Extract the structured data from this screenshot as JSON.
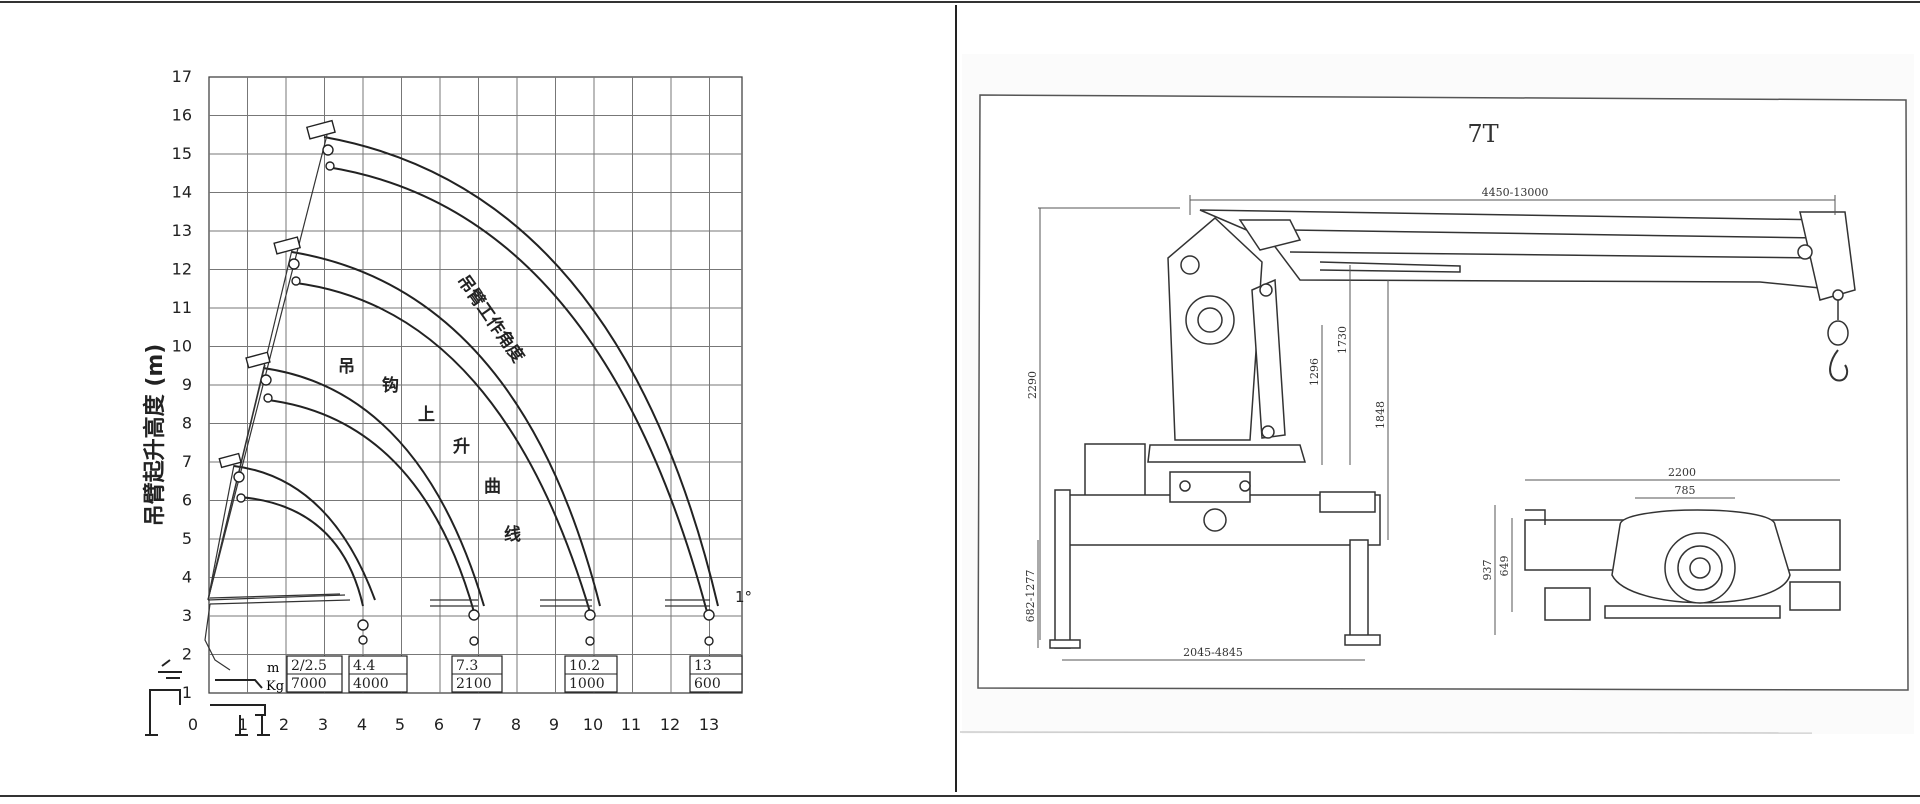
{
  "chart": {
    "y_axis_title": "吊臂起升高度 (m)",
    "y_ticks": [
      "1",
      "2",
      "3",
      "4",
      "5",
      "6",
      "7",
      "8",
      "9",
      "10",
      "11",
      "12",
      "13",
      "14",
      "15",
      "16",
      "17"
    ],
    "x_ticks": [
      "0",
      "1",
      "2",
      "3",
      "4",
      "5",
      "6",
      "7",
      "8",
      "9",
      "10",
      "11",
      "12",
      "13"
    ],
    "curve_label_arc": "吊臂工作角度",
    "hook_curve_chars": [
      "吊",
      "钩",
      "上",
      "升",
      "曲",
      "线"
    ],
    "angle_label": "1°",
    "unit_m": "m",
    "unit_kg": "Kg",
    "load_table": [
      {
        "radius": "2/2.5",
        "load": "7000"
      },
      {
        "radius": "4.4",
        "load": "4000"
      },
      {
        "radius": "7.3",
        "load": "2100"
      },
      {
        "radius": "10.2",
        "load": "1000"
      },
      {
        "radius": "13",
        "load": "600"
      }
    ]
  },
  "drawing": {
    "title": "7T",
    "dims": {
      "boom_reach": "4450-13000",
      "total_height": "2290",
      "height_1730": "1730",
      "height_1296": "1296",
      "height_1848": "1848",
      "leg_height": "682-1277",
      "leg_span": "2045-4845",
      "top_width": "2200",
      "top_inner": "785",
      "top_depth": "937",
      "top_depth_inner": "649"
    }
  }
}
